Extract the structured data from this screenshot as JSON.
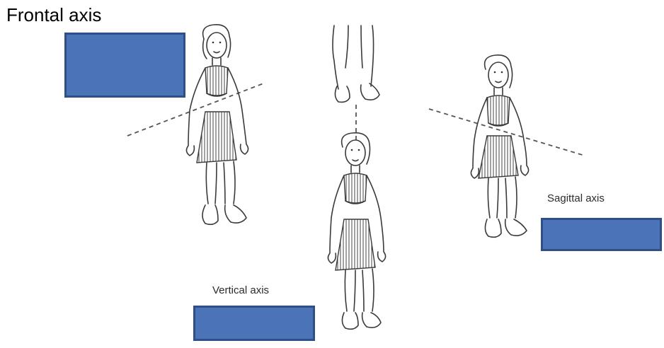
{
  "title": "Frontal axis",
  "labels": {
    "vertical": "Vertical axis",
    "sagittal": "Sagittal axis"
  },
  "answer_boxes": [
    {
      "name": "frontal-answer-box",
      "content": ""
    },
    {
      "name": "vertical-answer-box",
      "content": ""
    },
    {
      "name": "sagittal-answer-box",
      "content": ""
    }
  ],
  "colors": {
    "box_fill": "#4a73b8",
    "box_border": "#2f4f86"
  }
}
